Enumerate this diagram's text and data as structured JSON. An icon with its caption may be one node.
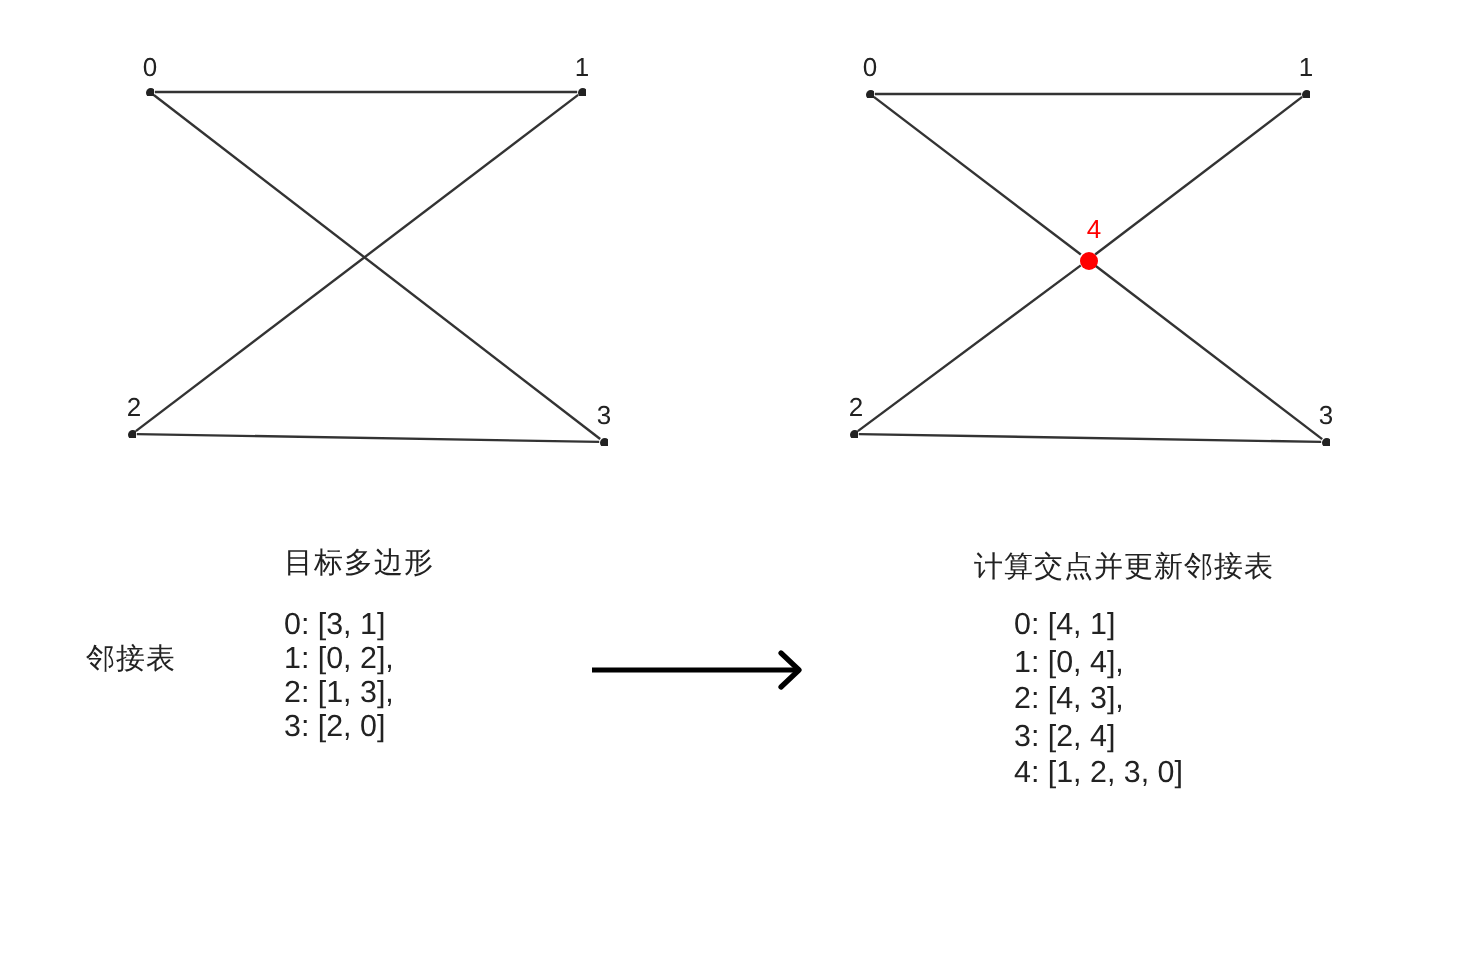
{
  "diagram": {
    "nodes": [
      {
        "text": [],
        "shape": "circle",
        "beside": [
          "0"
        ]
      },
      {
        "text": [],
        "shape": "circle",
        "beside": [
          "1"
        ]
      },
      {
        "text": [],
        "shape": "circle",
        "beside": [
          "2"
        ]
      },
      {
        "text": [],
        "shape": "circle",
        "beside": [
          "3"
        ]
      },
      {
        "text": [],
        "shape": "circle",
        "beside": [
          "0"
        ]
      },
      {
        "text": [],
        "shape": "circle",
        "beside": [
          "1"
        ]
      },
      {
        "text": [],
        "shape": "circle",
        "beside": [
          "2"
        ]
      },
      {
        "text": [],
        "shape": "circle",
        "beside": [
          "3"
        ]
      },
      {
        "text": [],
        "shape": "circle",
        "beside": [
          "4"
        ]
      }
    ],
    "edges": [
      {
        "from": 0,
        "to": 1,
        "arrow": "none"
      },
      {
        "from": 0,
        "to": 3,
        "arrow": "none"
      },
      {
        "from": 1,
        "to": 2,
        "arrow": "none"
      },
      {
        "from": 2,
        "to": 3,
        "arrow": "none"
      },
      {
        "from": 4,
        "to": 5,
        "arrow": "none"
      },
      {
        "from": 4,
        "to": 8,
        "arrow": "none"
      },
      {
        "from": 8,
        "to": 7,
        "arrow": "none"
      },
      {
        "from": 5,
        "to": 8,
        "arrow": "none"
      },
      {
        "from": 8,
        "to": 6,
        "arrow": "none"
      },
      {
        "from": 6,
        "to": 7,
        "arrow": "none"
      }
    ],
    "labels": [
      "目标多边形",
      "邻接表",
      "0: [3, 1]",
      "1: [0, 2],",
      "2: [1, 3],",
      "3: [2, 0]",
      "计算交点并更新邻接表",
      "0: [4, 1]",
      "1: [0, 4],",
      "2: [4, 3],",
      "3: [2, 4]",
      "4: [1, 2, 3, 0]"
    ]
  }
}
